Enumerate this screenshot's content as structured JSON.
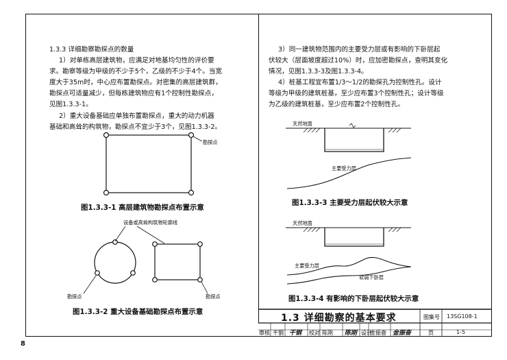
{
  "left_column": {
    "section_heading": "1.3.3 详细勘察勘探点的数量",
    "para1_lines": [
      "1）对单栋高层建筑物，应满足对地基均匀性的评价要",
      "求。勘察等级为甲级的不少于5个，乙级的不少于4个。当宽",
      "度大于35m时，中心应布置勘探点。对密集的高层建筑群，",
      "勘探点可适量减少，但每栋建筑物应有1个控制性勘探点，",
      "见图1.3.3-1。"
    ],
    "para2_lines": [
      "2）重大设备基础应单独布置勘探点，重大的动力机器",
      "基础和高耸的构筑物，勘探点不宜少于3个，见图1.3.3-2。"
    ],
    "fig1": {
      "label": "勘探点",
      "caption": "图1.3.3-1  高层建筑物勘探点布置示意"
    },
    "fig2": {
      "outline_label": "设备或高耸构筑物轮廓线",
      "label": "勘探点",
      "caption": "图1.3.3-2  重大设备基础勘探点布置示意"
    }
  },
  "right_column": {
    "para3_lines": [
      "3）同一建筑物范围内的主要受力层或有影响的下卧层起",
      "伏较大（层面坡度超过10%）时，应加密勘探点，查明其变化",
      "情况，见图1.3.3-3及图1.3.3-4。"
    ],
    "para4_lines": [
      "4）桩基工程宜布置1/3～1/2的勘探孔为控制性孔。设计",
      "等级为甲级的建筑桩基，至少应布置3个控制性孔；设计等级",
      "为乙级的建筑桩基，至少应布置2个控制性孔。"
    ],
    "fig3": {
      "ground_label": "天然地面",
      "layer_label": "主要受力层",
      "caption": "图1.3.3-3  主要受力层起伏较大示意"
    },
    "fig4": {
      "ground_label": "天然地面",
      "layer_label": "主要受力层",
      "weak_label": "软弱下卧层",
      "caption": "图1.3.3-4  有影响的下卧层起伏较大示意"
    }
  },
  "title_block": {
    "title": "1.3 详细勘察的基本要求",
    "atlas_label": "图集号",
    "atlas_value": "13SG108-1",
    "review_label": "审核",
    "reviewer": "干钢",
    "check_label": "校对",
    "checker": "陈刚",
    "design_label": "设计",
    "designer": "金振奋",
    "page_label": "页",
    "page_value": "1-5"
  },
  "page_number": "8"
}
